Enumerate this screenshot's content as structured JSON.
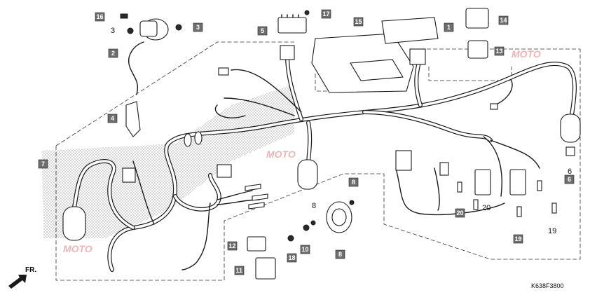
{
  "diagram": {
    "code": "K638F3800",
    "direction_label": "FR.",
    "watermark": "MOTO",
    "callouts": [
      {
        "id": "c1",
        "label": "1"
      },
      {
        "id": "c2",
        "label": "2"
      },
      {
        "id": "c3a",
        "label": "3"
      },
      {
        "id": "c3b",
        "label": "3"
      },
      {
        "id": "c4",
        "label": "4"
      },
      {
        "id": "c5",
        "label": "5"
      },
      {
        "id": "c6",
        "label": "6"
      },
      {
        "id": "c7",
        "label": "7"
      },
      {
        "id": "c8a",
        "label": "8"
      },
      {
        "id": "c8b",
        "label": "8"
      },
      {
        "id": "c10",
        "label": "10"
      },
      {
        "id": "c11",
        "label": "11"
      },
      {
        "id": "c12",
        "label": "12"
      },
      {
        "id": "c13",
        "label": "13"
      },
      {
        "id": "c14",
        "label": "14"
      },
      {
        "id": "c15",
        "label": "15"
      },
      {
        "id": "c16",
        "label": "16"
      },
      {
        "id": "c17",
        "label": "17"
      },
      {
        "id": "c18",
        "label": "18"
      },
      {
        "id": "c19",
        "label": "19"
      },
      {
        "id": "c20",
        "label": "20"
      }
    ],
    "plain_labels": [
      {
        "id": "p3",
        "label": "3"
      },
      {
        "id": "p6",
        "label": "6"
      },
      {
        "id": "p8",
        "label": "8"
      },
      {
        "id": "p20",
        "label": "20"
      },
      {
        "id": "p19",
        "label": "19"
      }
    ]
  }
}
